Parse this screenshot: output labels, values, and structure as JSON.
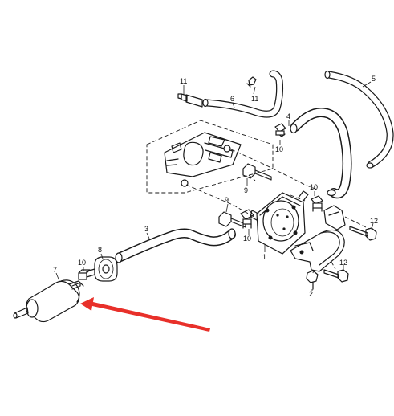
{
  "diagram": {
    "callouts": [
      {
        "id": "c11a",
        "text": "11"
      },
      {
        "id": "c11b",
        "text": "11"
      },
      {
        "id": "c6",
        "text": "6"
      },
      {
        "id": "c5",
        "text": "5"
      },
      {
        "id": "c4",
        "text": "4"
      },
      {
        "id": "c10a",
        "text": "10"
      },
      {
        "id": "c9a",
        "text": "9"
      },
      {
        "id": "c10b",
        "text": "10"
      },
      {
        "id": "c9b",
        "text": "9"
      },
      {
        "id": "c10c",
        "text": "10"
      },
      {
        "id": "c1",
        "text": "1"
      },
      {
        "id": "c12a",
        "text": "12"
      },
      {
        "id": "c12b",
        "text": "12"
      },
      {
        "id": "c2",
        "text": "2"
      },
      {
        "id": "c3",
        "text": "3"
      },
      {
        "id": "c8",
        "text": "8"
      },
      {
        "id": "c7",
        "text": "7"
      },
      {
        "id": "c10d",
        "text": "10"
      }
    ],
    "arrow_color": "#e8302a",
    "line_color": "#1a1a1a"
  }
}
